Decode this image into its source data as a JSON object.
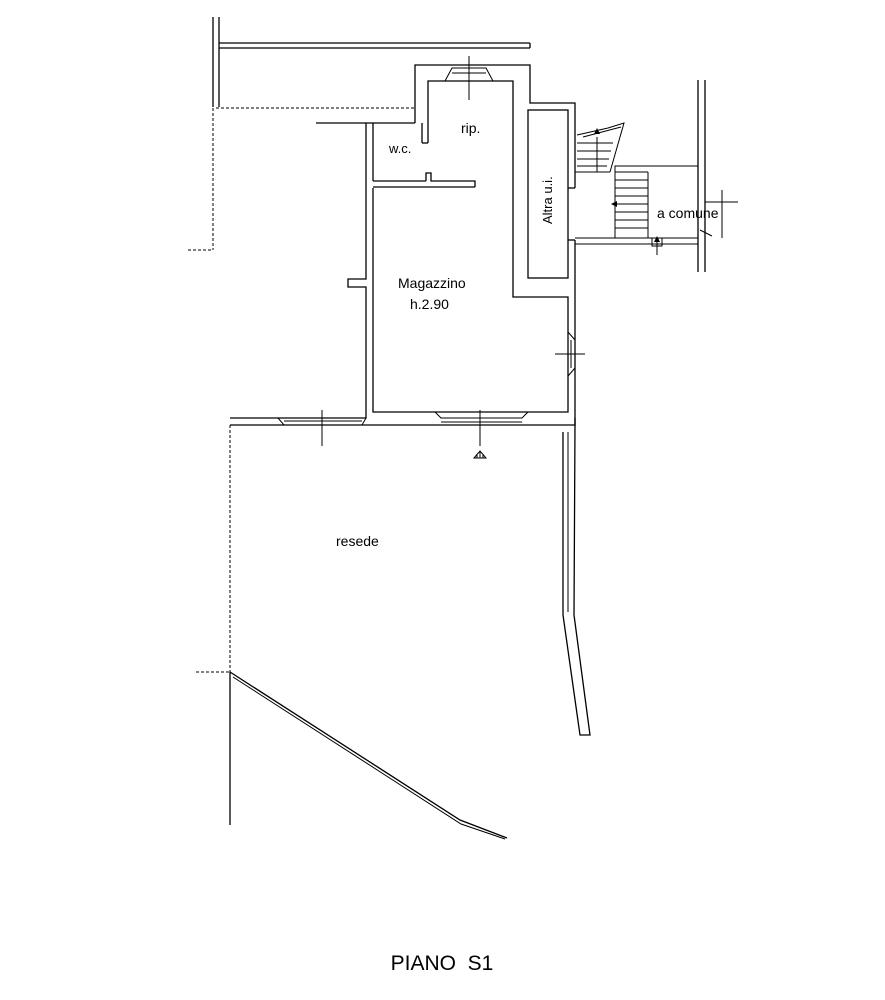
{
  "rooms": {
    "wc": "w.c.",
    "rip": "rip.",
    "altra": "Altra u.i.",
    "magazzino": "Magazzino",
    "height": "h.2.90",
    "comune": "a comune",
    "resede": "resede"
  },
  "floor_title": "PIANO  S1"
}
